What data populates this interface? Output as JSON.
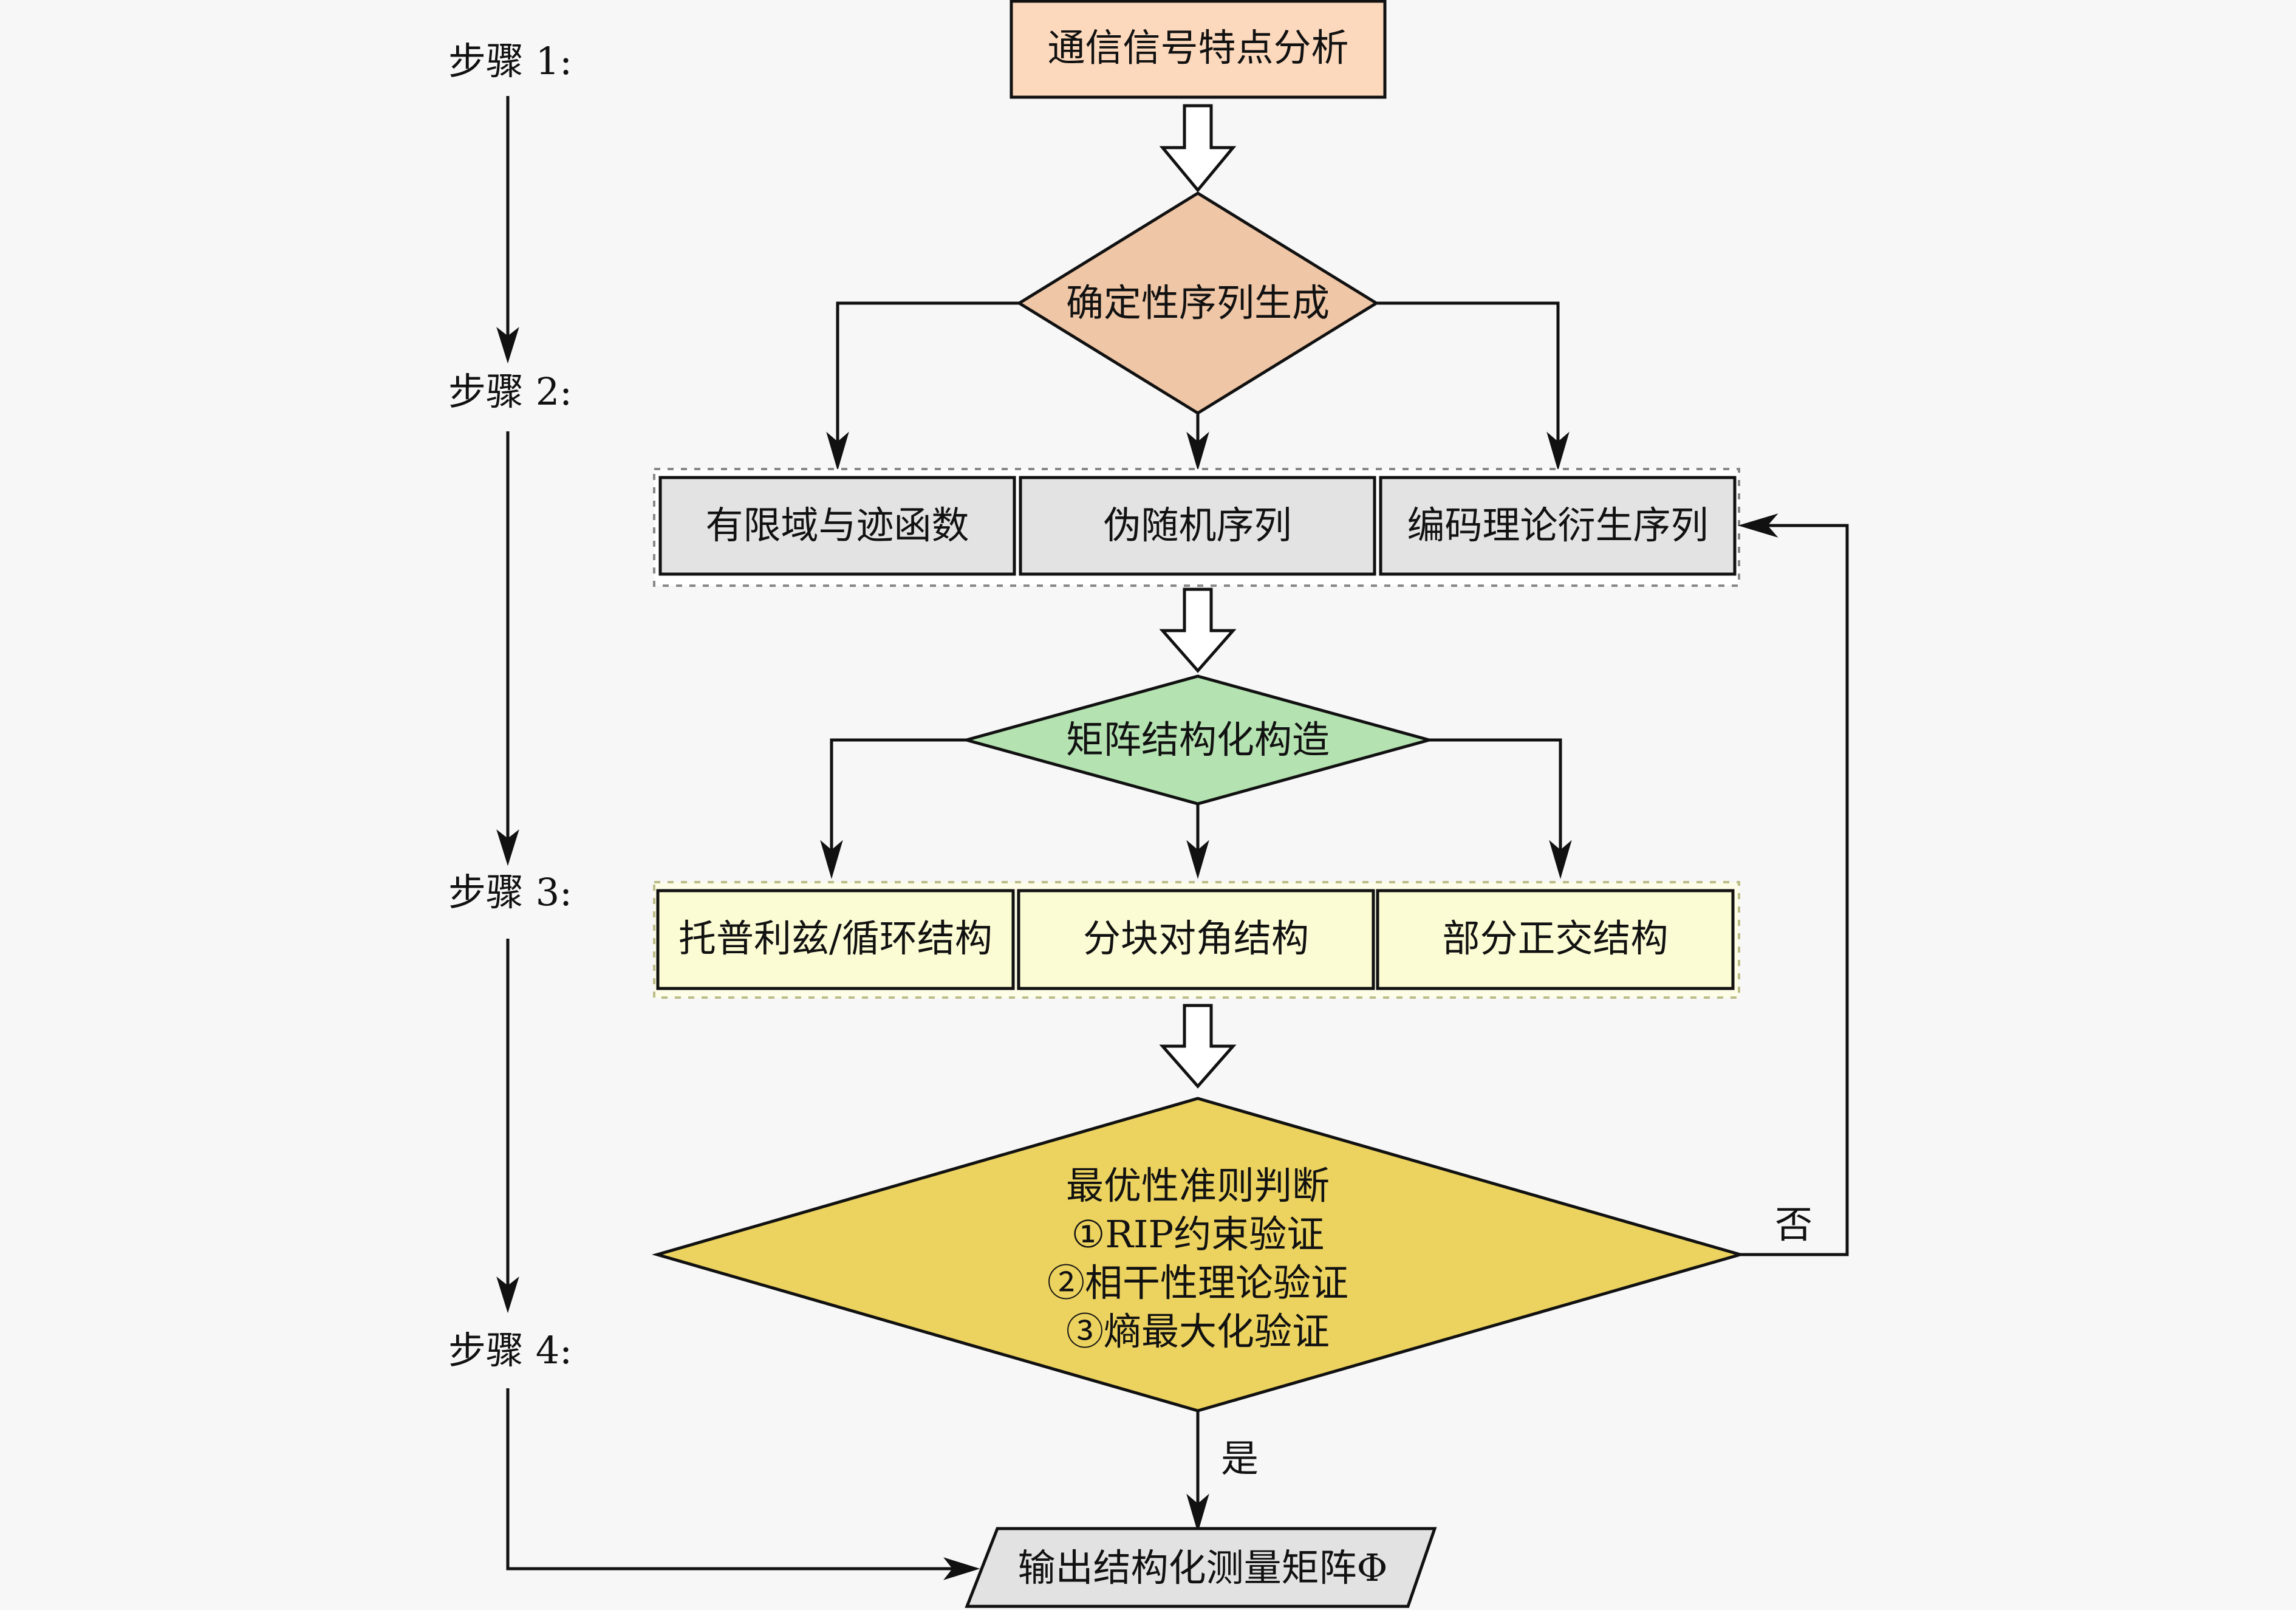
{
  "steps": [
    {
      "label": "步骤 1:"
    },
    {
      "label": "步骤 2:"
    },
    {
      "label": "步骤 3:"
    },
    {
      "label": "步骤 4:"
    }
  ],
  "nodes": {
    "signal_analysis": {
      "label": "通信信号特点分析",
      "color": "#fcd8bc"
    },
    "sequence_generation": {
      "label": "确定性序列生成",
      "color": "#efc6a6"
    },
    "sequence_types": [
      {
        "label": "有限域与迹函数"
      },
      {
        "label": "伪随机序列"
      },
      {
        "label": "编码理论衍生序列"
      }
    ],
    "sequence_box_color": "#e3e3e3",
    "matrix_construction": {
      "label": "矩阵结构化构造",
      "color": "#b4e2b0"
    },
    "structure_types": [
      {
        "label": "托普利兹/循环结构"
      },
      {
        "label": "分块对角结构"
      },
      {
        "label": "部分正交结构"
      }
    ],
    "structure_box_color": "#fcfcd4",
    "optimality_check": {
      "lines": [
        "最优性准则判断",
        "①RIP约束验证",
        "②相干性理论验证",
        "③熵最大化验证"
      ],
      "color": "#ecd35f"
    },
    "output": {
      "label": "输出结构化测量矩阵Φ",
      "color": "#e2e2e2"
    }
  },
  "edges": {
    "yes_label": "是",
    "no_label": "否"
  }
}
